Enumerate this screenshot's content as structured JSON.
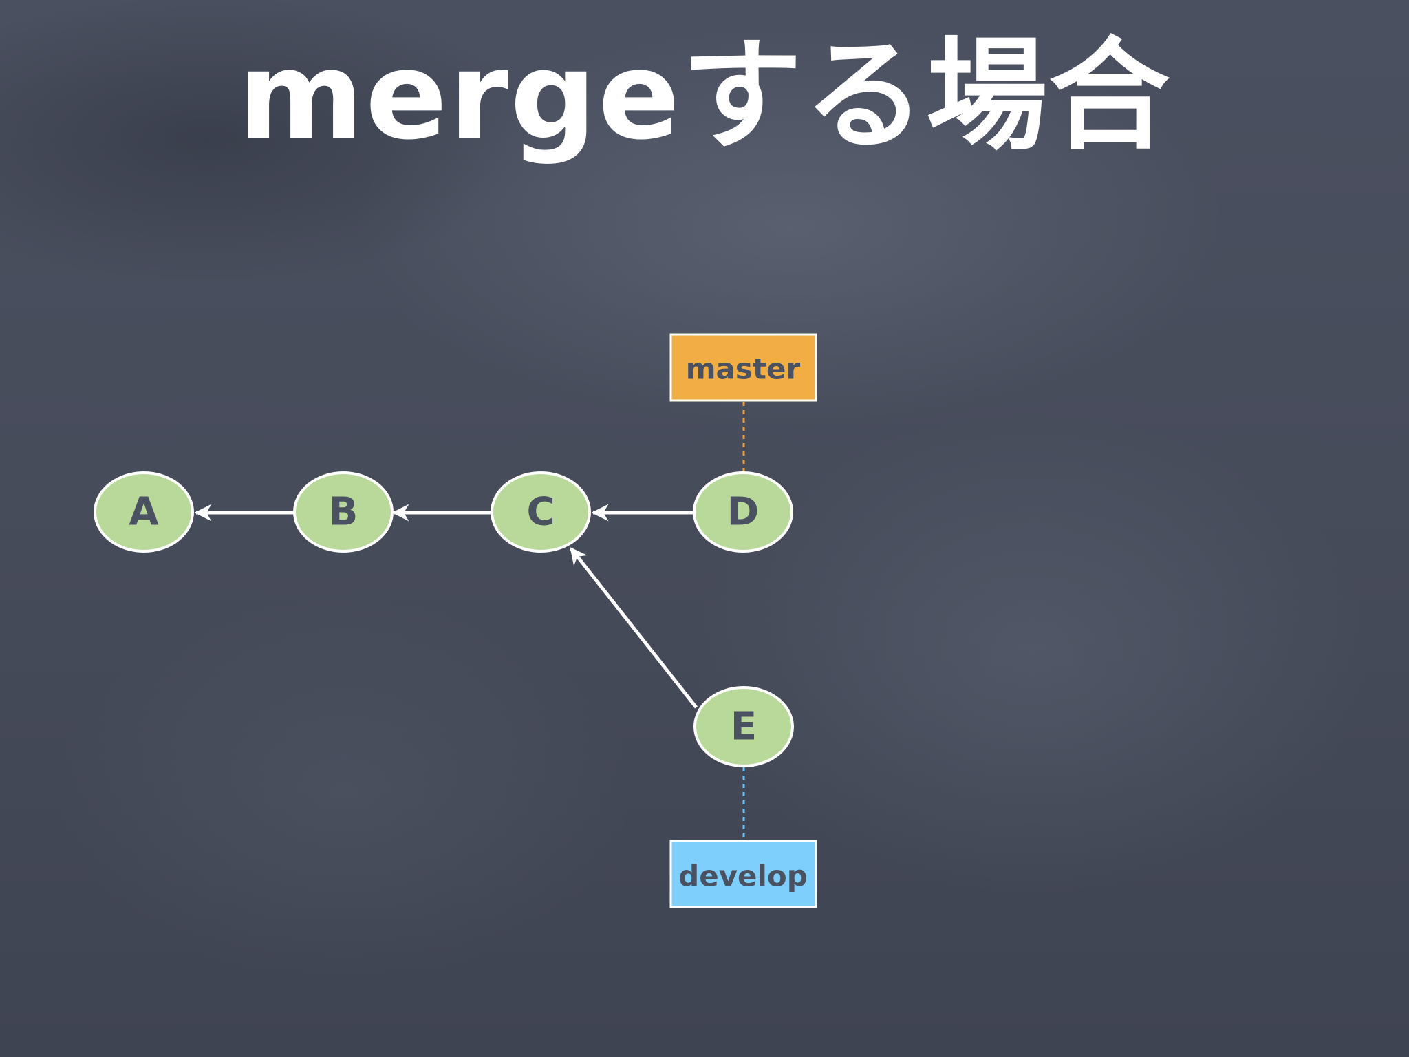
{
  "slide": {
    "title": "mergeする場合"
  },
  "diagram": {
    "nodes": [
      {
        "id": "A",
        "label": "A"
      },
      {
        "id": "B",
        "label": "B"
      },
      {
        "id": "C",
        "label": "C"
      },
      {
        "id": "D",
        "label": "D"
      },
      {
        "id": "E",
        "label": "E"
      }
    ],
    "edges": [
      {
        "from": "B",
        "to": "A"
      },
      {
        "from": "C",
        "to": "B"
      },
      {
        "from": "D",
        "to": "C"
      },
      {
        "from": "E",
        "to": "C"
      }
    ],
    "branches": [
      {
        "id": "master",
        "label": "master",
        "points_to": "D",
        "color": "#f2ae44",
        "line_color": "#e3a04a"
      },
      {
        "id": "develop",
        "label": "develop",
        "points_to": "E",
        "color": "#7fcffd",
        "line_color": "#6cc4f5"
      }
    ],
    "colors": {
      "node_fill": "#b9d99a",
      "node_stroke": "#ffffff",
      "text": "#4a5262"
    }
  }
}
